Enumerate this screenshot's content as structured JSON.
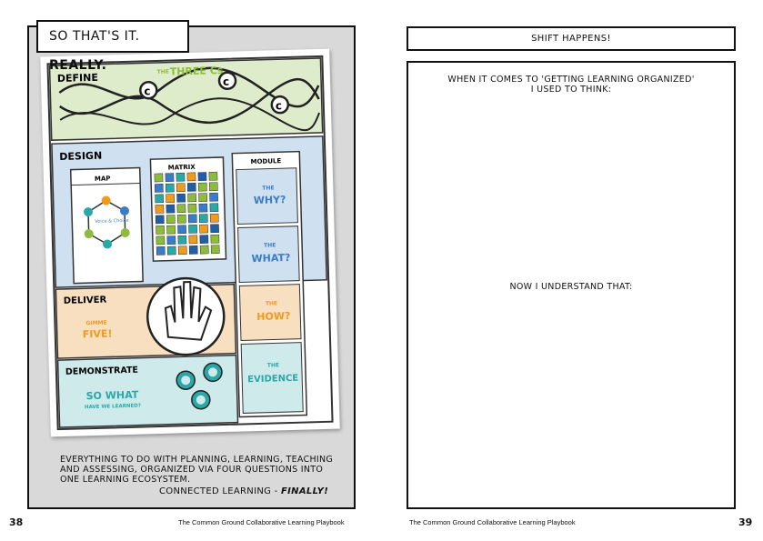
{
  "left": {
    "title_prefix": "SO THAT'S IT.",
    "title_emph": "REALLY.",
    "poster": {
      "define_label": "DEFINE",
      "define_title": "THREE Cs",
      "define_title_small": "THE",
      "design_label": "DESIGN",
      "map_label": "MAP",
      "map_center": "Voice & Choice",
      "matrix_label": "MATRIX",
      "module_label": "MODULE",
      "why_small": "THE",
      "why": "WHY?",
      "what_small": "THE",
      "what": "WHAT?",
      "deliver_label": "DELIVER",
      "gimme_small": "GIMME",
      "five": "FIVE!",
      "how_small": "THE",
      "how": "HOW?",
      "demonstrate_label": "DEMONSTRATE",
      "so_what": "SO WHAT",
      "so_what_sub": "HAVE WE LEARNED?",
      "evidence_small": "THE",
      "evidence": "EVIDENCE"
    },
    "caption": "EVERYTHING TO DO WITH PLANNING, LEARNING, TEACHING AND ASSESSING, ORGANIZED VIA FOUR QUESTIONS INTO ONE LEARNING ECOSYSTEM.",
    "tagline_prefix": "CONNECTED LEARNING -",
    "tagline_emph": "FINALLY!",
    "page_number": "38",
    "footer": "The Common Ground Collaborative Learning Playbook"
  },
  "right": {
    "heading": "SHIFT HAPPENS!",
    "prompt_1_line1": "WHEN IT COMES TO 'GETTING LEARNING ORGANIZED'",
    "prompt_1_line2": "I USED TO THINK:",
    "prompt_2": "NOW I UNDERSTAND THAT:",
    "page_number": "39",
    "footer": "The Common Ground Collaborative Learning Playbook"
  },
  "colors": {
    "define_bg": "#dfeccb",
    "design_bg": "#cfe0f0",
    "deliver_bg": "#f7dfbf",
    "demonstrate_bg": "#cfeaea",
    "green": "#8dbb3b",
    "blue": "#3b7cc8",
    "orange": "#ef9b1e",
    "teal": "#2aa8a8"
  }
}
